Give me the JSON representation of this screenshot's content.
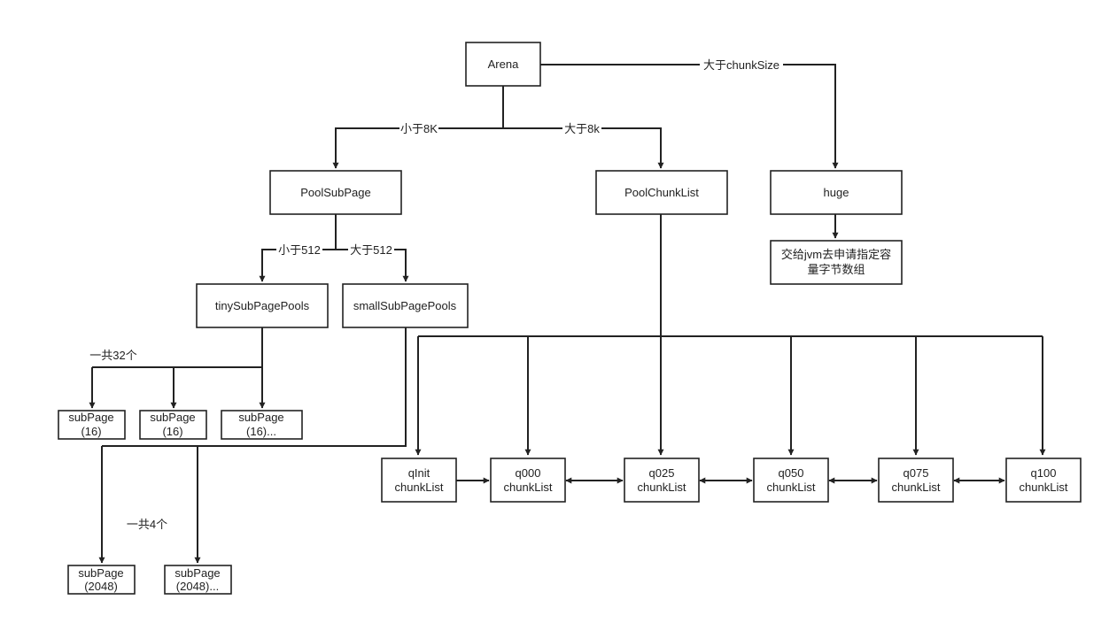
{
  "colors": {
    "stroke": "#222222",
    "background": "#ffffff",
    "text": "#222222"
  },
  "nodes": {
    "arena": "Arena",
    "pool_sub_page": "PoolSubPage",
    "pool_chunk_list": "PoolChunkList",
    "huge": "huge",
    "jvm_alloc": [
      "交给jvm去申请指定容",
      "量字节数组"
    ],
    "tiny_pools": "tinySubPagePools",
    "small_pools": "smallSubPagePools",
    "tiny_pages": [
      [
        "subPage",
        "(16)"
      ],
      [
        "subPage",
        "(16)"
      ],
      [
        "subPage",
        "(16)..."
      ]
    ],
    "small_pages": [
      [
        "subPage",
        "(2048)"
      ],
      [
        "subPage",
        "(2048)..."
      ]
    ],
    "chunk_lists": [
      [
        "qInit",
        "chunkList"
      ],
      [
        "q000",
        "chunkList"
      ],
      [
        "q025",
        "chunkList"
      ],
      [
        "q050",
        "chunkList"
      ],
      [
        "q075",
        "chunkList"
      ],
      [
        "q100",
        "chunkList"
      ]
    ]
  },
  "edge_labels": {
    "lt_8k": "小于8K",
    "gt_8k": "大于8k",
    "gt_chunk": "大于chunkSize",
    "lt_512": "小于512",
    "gt_512": "大于512",
    "total_32": "一共32个",
    "total_4": "一共4个"
  }
}
